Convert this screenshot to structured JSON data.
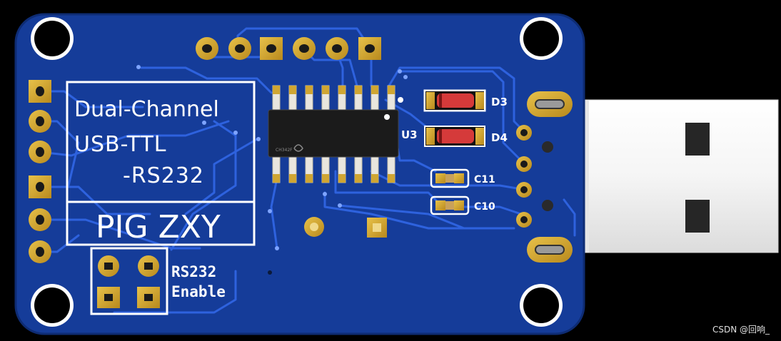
{
  "board": {
    "title_lines": [
      "Dual-Channel",
      "USB-TTL",
      "-RS232"
    ],
    "subtitle": "PIG ZXY",
    "rs232_label_lines": [
      "RS232",
      "Enable"
    ]
  },
  "components": {
    "d3": "D3",
    "d4": "D4",
    "u3": "U3",
    "c11": "C11",
    "c10": "C10",
    "chip_marking": "CH342F"
  },
  "footer": {
    "credit": "CSDN @回响_"
  },
  "colors": {
    "pcb": "#153c99",
    "trace": "#2a5ed8",
    "gold": "#cba230",
    "chip": "#1a1a1a",
    "silk": "#ffffff",
    "usb_metal": "#f2f2f2",
    "diode_red": "#d53a3a"
  }
}
